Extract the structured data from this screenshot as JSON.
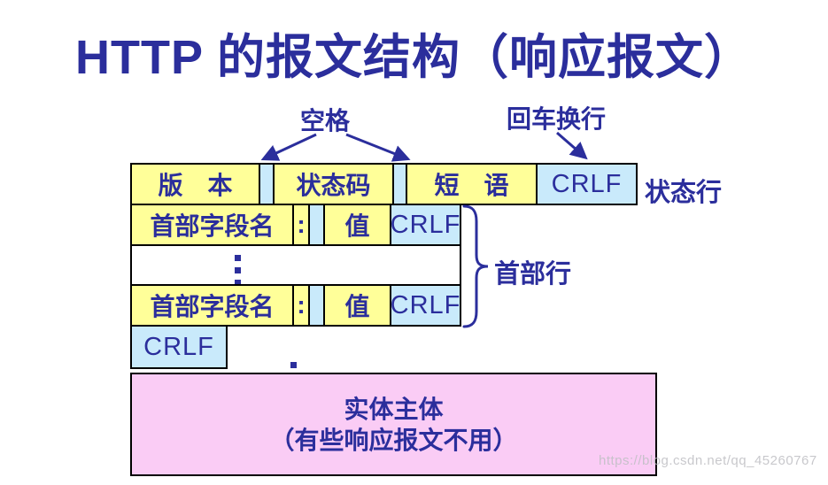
{
  "title": "HTTP 的报文结构（响应报文）",
  "labels": {
    "space": "空格",
    "crlf_arrow": "回车换行",
    "status_line": "状态行",
    "header_lines": "首部行"
  },
  "rows": {
    "status": {
      "cells": [
        {
          "text": "版　本",
          "role": "version"
        },
        {
          "text": "",
          "role": "space"
        },
        {
          "text": "状态码",
          "role": "status-code"
        },
        {
          "text": "",
          "role": "space"
        },
        {
          "text": "短　语",
          "role": "phrase"
        },
        {
          "text": "CRLF",
          "role": "crlf"
        }
      ]
    },
    "header": {
      "cells": [
        {
          "text": "首部字段名",
          "role": "header-field-name"
        },
        {
          "text": ":",
          "role": "colon"
        },
        {
          "text": "",
          "role": "space"
        },
        {
          "text": "值",
          "role": "value"
        },
        {
          "text": "CRLF",
          "role": "crlf"
        }
      ]
    },
    "crlf": {
      "text": "CRLF"
    }
  },
  "entity_body": {
    "line1": "实体主体",
    "line2": "（有些响应报文不用）"
  },
  "watermark": "https://blog.csdn.net/qq_45260767",
  "colors": {
    "yellow": "#FFFF99",
    "blue": "#C9EAFB",
    "pink": "#FACCF5",
    "ink": "#2B2E9C"
  }
}
